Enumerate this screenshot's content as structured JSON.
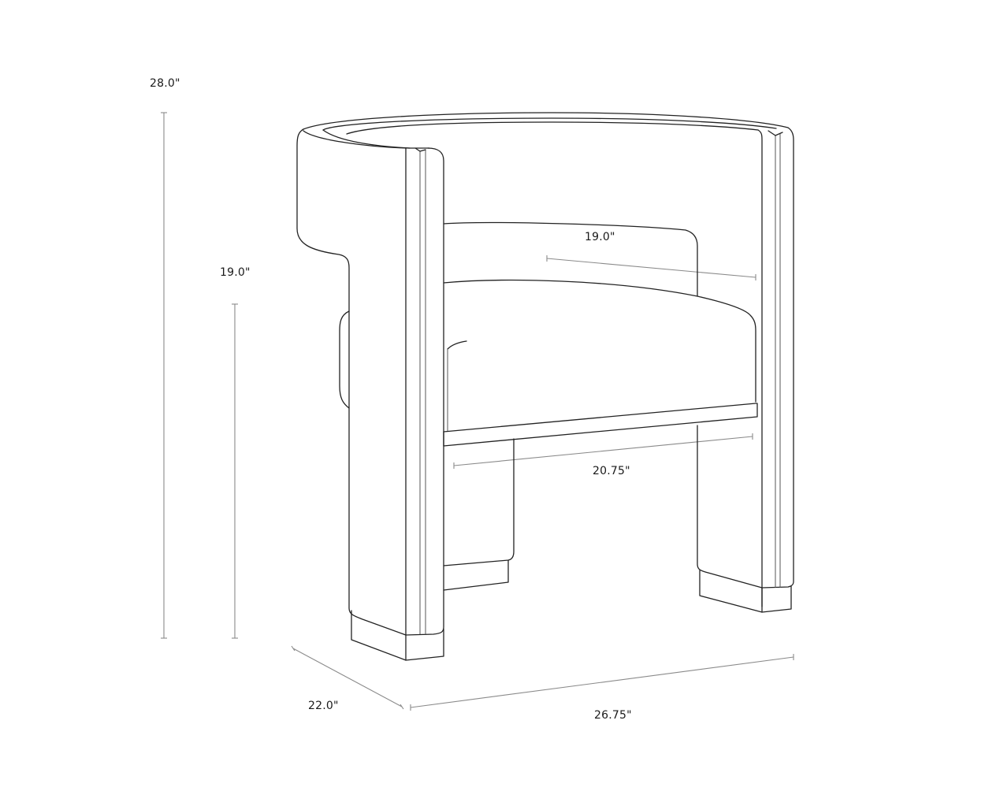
{
  "drawing": {
    "subject": "Barrel-back accent chair line drawing with dimensions",
    "units": "inches",
    "line_color": "#222222",
    "dimension_line_color": "#8a8a8a",
    "background": "#ffffff"
  },
  "dimensions": {
    "overall_height": {
      "label": "28.0\"",
      "value": 28.0
    },
    "seat_height": {
      "label": "19.0\"",
      "value": 19.0
    },
    "inner_back_width": {
      "label": "19.0\"",
      "value": 19.0
    },
    "seat_width": {
      "label": "20.75\"",
      "value": 20.75
    },
    "depth": {
      "label": "22.0\"",
      "value": 22.0
    },
    "overall_width": {
      "label": "26.75\"",
      "value": 26.75
    }
  }
}
